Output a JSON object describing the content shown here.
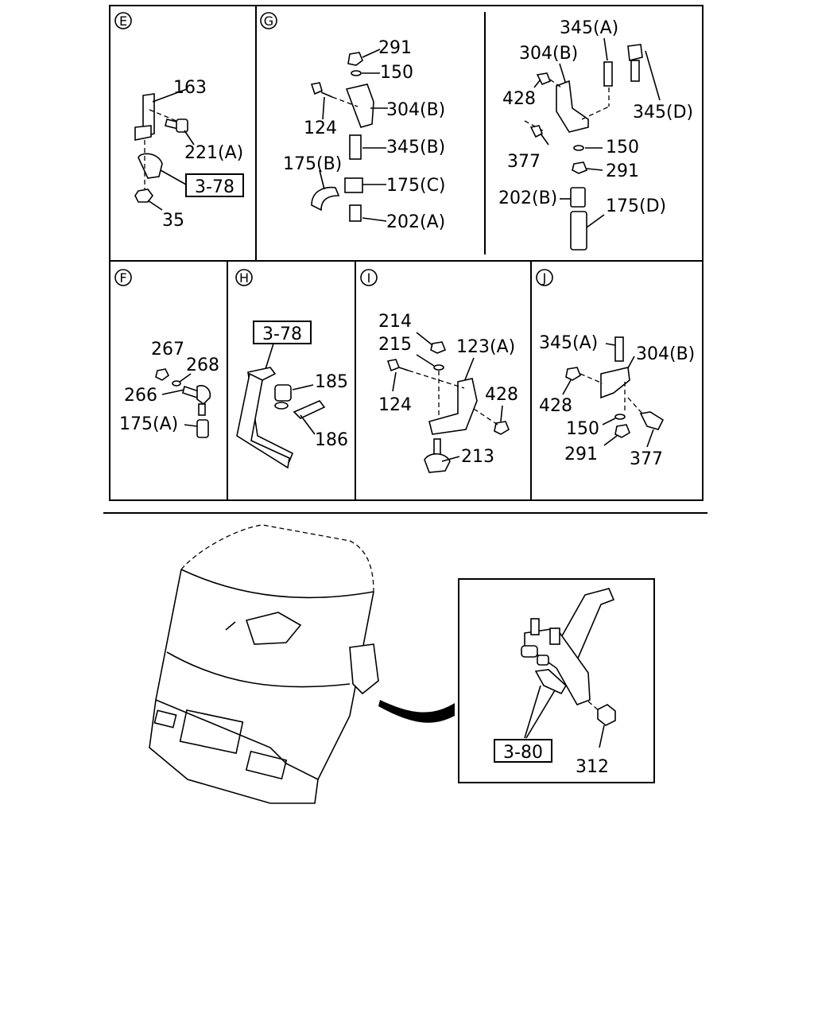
{
  "panels": {
    "E": {
      "section": "E",
      "labels": {
        "l163": "163",
        "l221a": "221(A)",
        "l35": "35"
      },
      "ref": "3-78"
    },
    "G": {
      "section": "G",
      "labels": {
        "l291": "291",
        "l150": "150",
        "l304b": "304(B)",
        "l124": "124",
        "l345b": "345(B)",
        "l175b": "175(B)",
        "l175c": "175(C)",
        "l202a": "202(A)"
      }
    },
    "G2": {
      "labels": {
        "l345a": "345(A)",
        "l304b": "304(B)",
        "l428": "428",
        "l345d": "345(D)",
        "l377": "377",
        "l150": "150",
        "l291": "291",
        "l202b": "202(B)",
        "l175d": "175(D)"
      }
    },
    "F": {
      "section": "F",
      "labels": {
        "l267": "267",
        "l268": "268",
        "l266": "266",
        "l175a": "175(A)"
      }
    },
    "H": {
      "section": "H",
      "labels": {
        "l185": "185",
        "l186": "186"
      },
      "ref": "3-78"
    },
    "I": {
      "section": "I",
      "labels": {
        "l214": "214",
        "l215": "215",
        "l123a": "123(A)",
        "l124": "124",
        "l428": "428",
        "l213": "213"
      }
    },
    "J": {
      "section": "J",
      "labels": {
        "l345a": "345(A)",
        "l304b": "304(B)",
        "l428": "428",
        "l150": "150",
        "l377": "377",
        "l291": "291"
      }
    }
  },
  "detail": {
    "ref": "3-80",
    "l312": "312"
  }
}
